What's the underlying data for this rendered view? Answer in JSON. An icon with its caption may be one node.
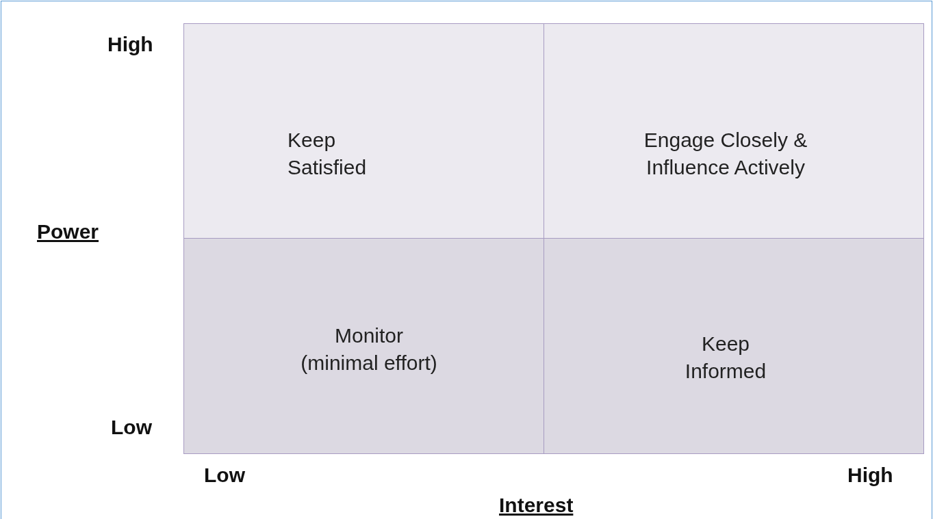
{
  "diagram": {
    "nodes": [
      {
        "text": [
          "Keep Satisfied"
        ]
      },
      {
        "text": [
          "Engage Closely & Influence Actively"
        ]
      },
      {
        "text": [
          "Monitor (minimal effort)"
        ]
      },
      {
        "text": [
          "Keep Informed"
        ]
      }
    ],
    "labels": [
      "High",
      "Power",
      "Low",
      "Low",
      "High",
      "Interest"
    ]
  }
}
